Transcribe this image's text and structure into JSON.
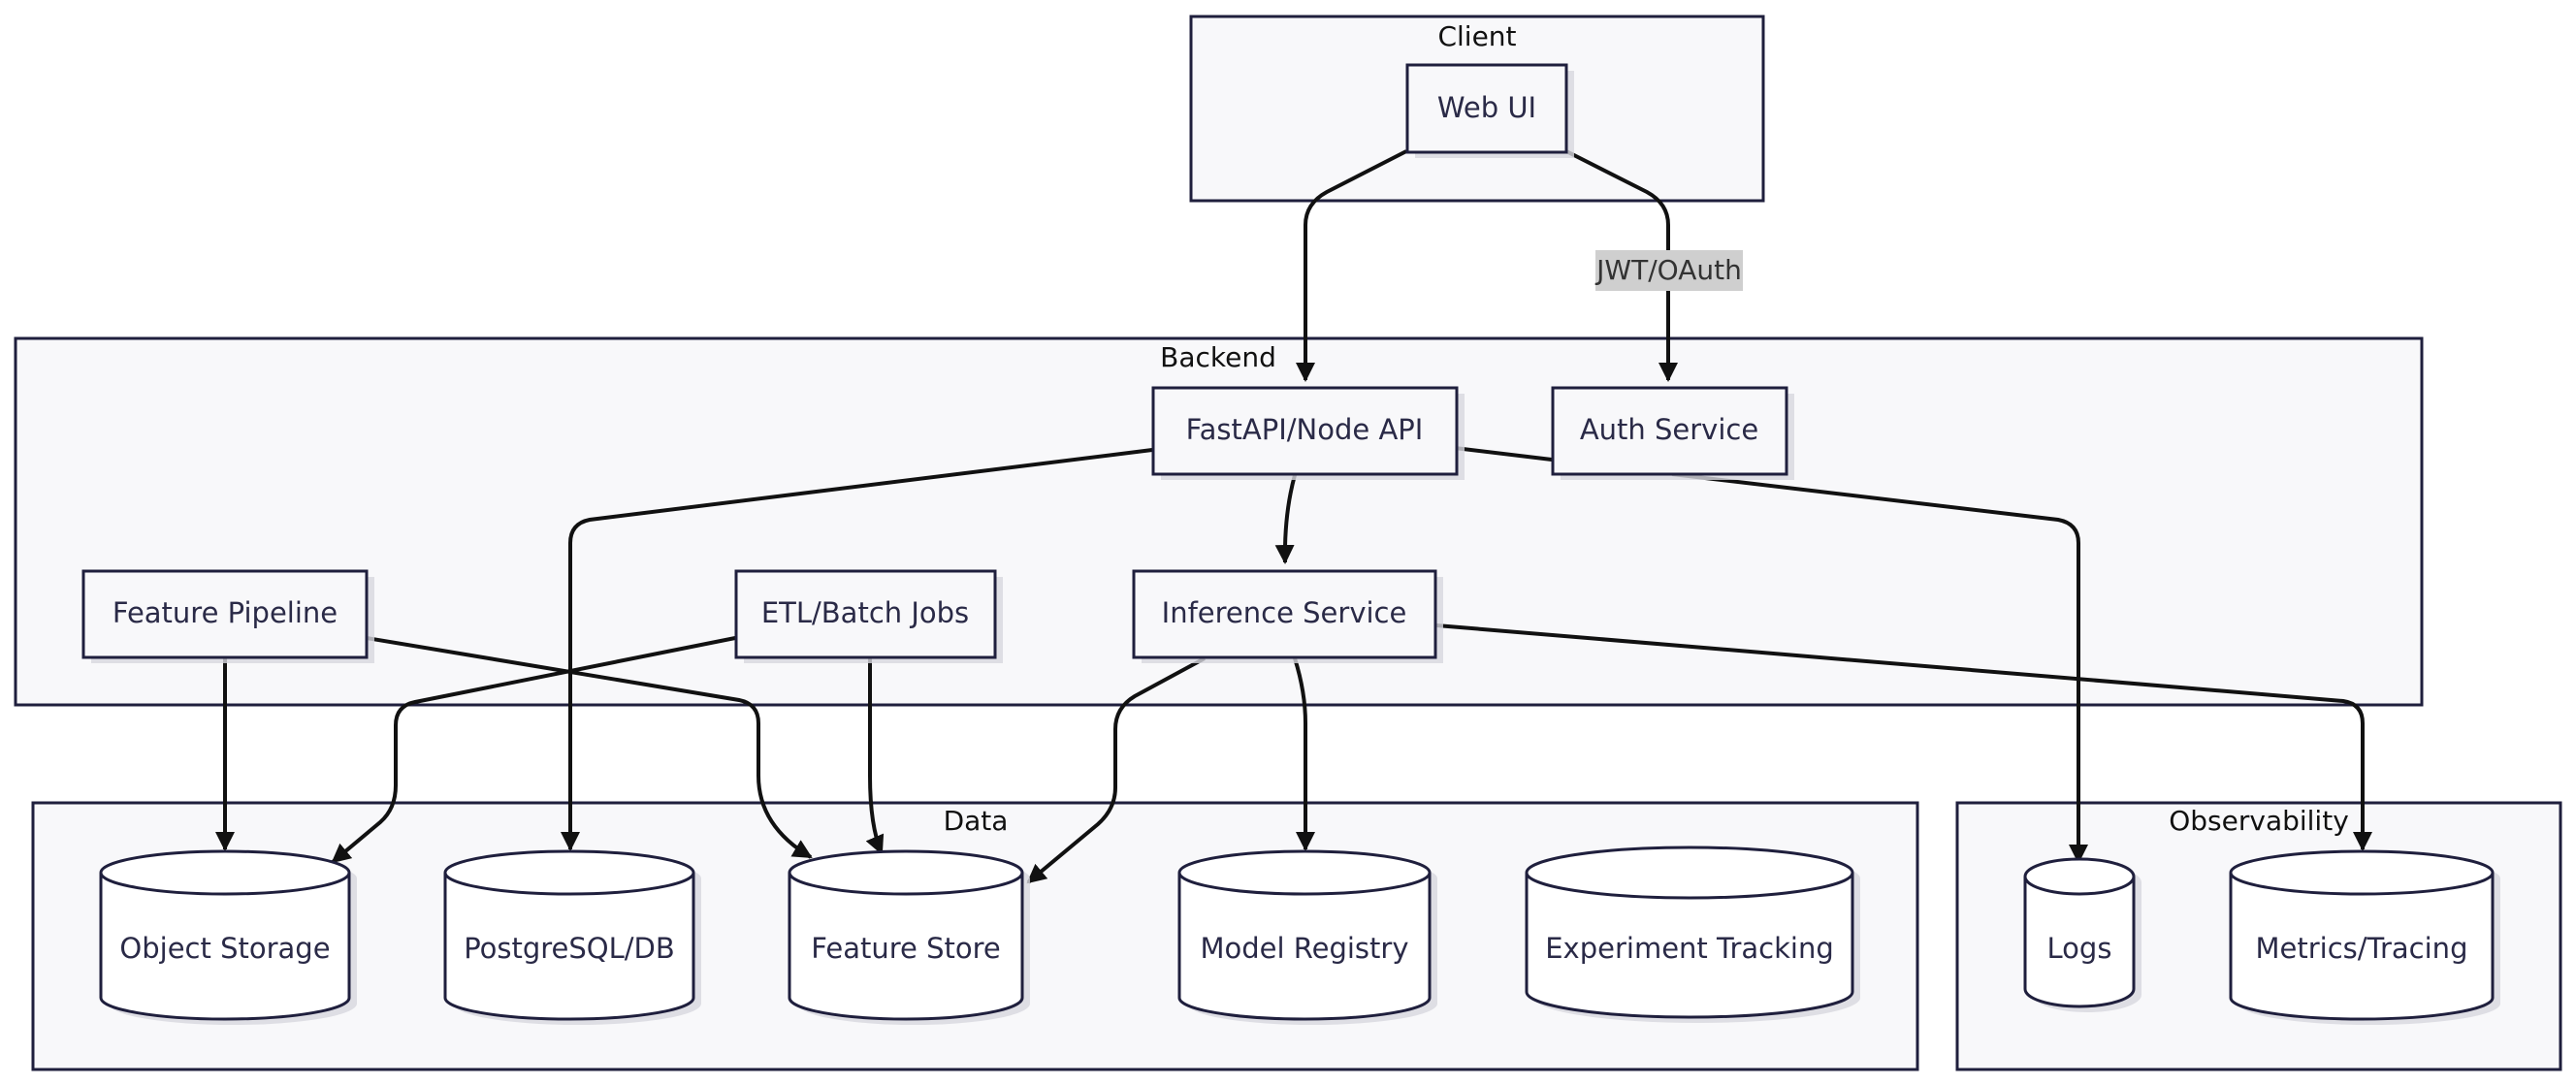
{
  "clusters": {
    "client": "Client",
    "backend": "Backend",
    "data": "Data",
    "observability": "Observability"
  },
  "nodes": {
    "web_ui": "Web UI",
    "api": "FastAPI/Node API",
    "auth": "Auth Service",
    "feature_pipeline": "Feature Pipeline",
    "etl": "ETL/Batch Jobs",
    "inference": "Inference Service",
    "object_storage": "Object Storage",
    "postgres": "PostgreSQL/DB",
    "feature_store": "Feature Store",
    "model_registry": "Model Registry",
    "experiment_tracking": "Experiment Tracking",
    "logs": "Logs",
    "metrics": "Metrics/Tracing"
  },
  "edges": {
    "jwt_oauth": "JWT/OAuth"
  }
}
